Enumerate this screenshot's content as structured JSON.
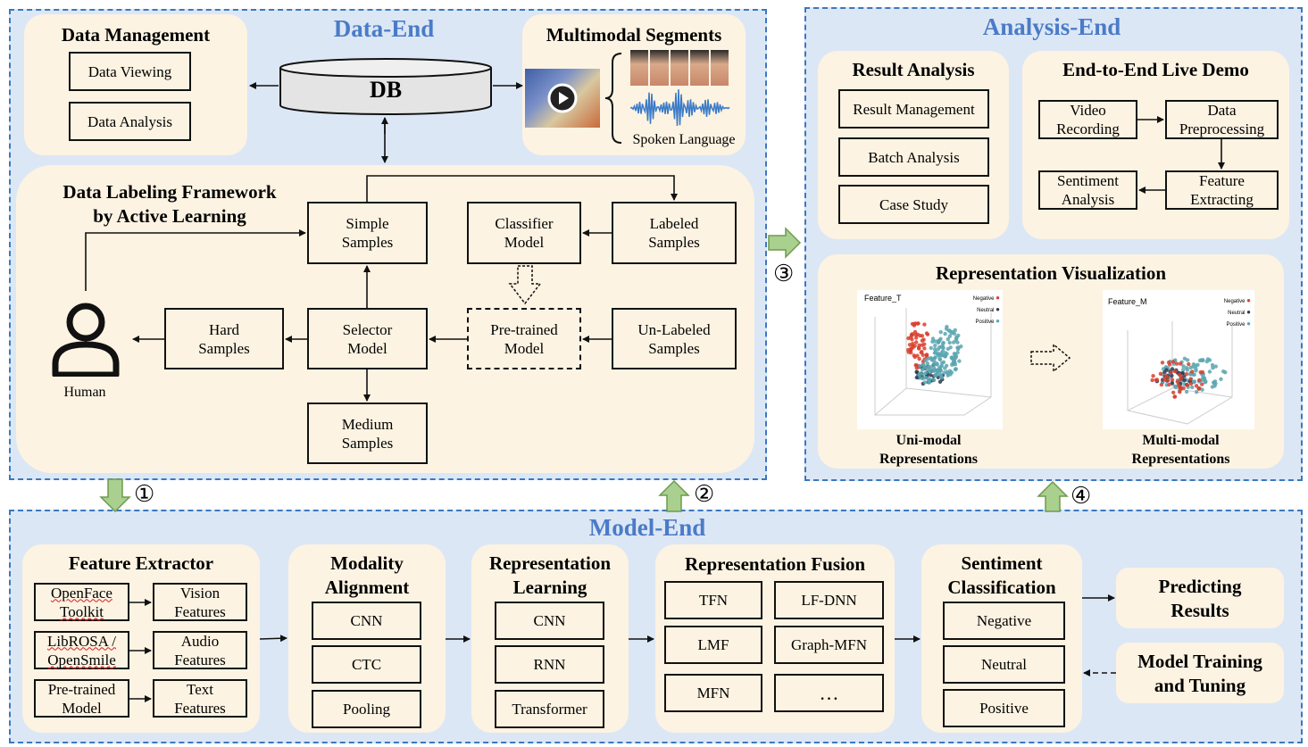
{
  "data_end": {
    "title": "Data-End",
    "data_management": {
      "title": "Data Management",
      "items": [
        "Data Viewing",
        "Data Analysis"
      ]
    },
    "db_label": "DB",
    "multimodal": {
      "title": "Multimodal Segments",
      "spoken_label": "Spoken Language"
    },
    "labeling": {
      "title": "Data Labeling Framework\nby Active Learning",
      "simple": "Simple\nSamples",
      "classifier": "Classifier\nModel",
      "labeled": "Labeled\nSamples",
      "hard": "Hard\nSamples",
      "selector": "Selector\nModel",
      "pretrained": "Pre-trained\nModel",
      "unlabeled": "Un-Labeled\nSamples",
      "medium": "Medium\nSamples",
      "human": "Human"
    }
  },
  "analysis_end": {
    "title": "Analysis-End",
    "result_analysis": {
      "title": "Result Analysis",
      "items": [
        "Result Management",
        "Batch Analysis",
        "Case Study"
      ]
    },
    "live_demo": {
      "title": "End-to-End Live Demo",
      "video": "Video\nRecording",
      "preprocess": "Data\nPreprocessing",
      "sentiment": "Sentiment\nAnalysis",
      "feature": "Feature\nExtracting"
    },
    "visualization": {
      "title": "Representation Visualization",
      "uni_label": "Uni-modal\nRepresentations",
      "multi_label": "Multi-modal\nRepresentations",
      "plot1_title": "Feature_T",
      "plot2_title": "Feature_M",
      "legend": [
        "Negative",
        "Neutral",
        "Positive"
      ]
    }
  },
  "model_end": {
    "title": "Model-End",
    "feature_extractor": {
      "title": "Feature Extractor",
      "tools": [
        "OpenFace\nToolkit",
        "LibROSA /\nOpenSmile",
        "Pre-trained\nModel"
      ],
      "features": [
        "Vision\nFeatures",
        "Audio\nFeatures",
        "Text\nFeatures"
      ]
    },
    "modality_alignment": {
      "title": "Modality\nAlignment",
      "items": [
        "CNN",
        "CTC",
        "Pooling"
      ]
    },
    "representation_learning": {
      "title": "Representation\nLearning",
      "items": [
        "CNN",
        "RNN",
        "Transformer"
      ]
    },
    "representation_fusion": {
      "title": "Representation Fusion",
      "items": [
        "TFN",
        "LF-DNN",
        "LMF",
        "Graph-MFN",
        "MFN",
        "…"
      ]
    },
    "sentiment_classification": {
      "title": "Sentiment\nClassification",
      "items": [
        "Negative",
        "Neutral",
        "Positive"
      ]
    },
    "predicting": "Predicting\nResults",
    "training": "Model Training\nand Tuning"
  },
  "steps": [
    "①",
    "②",
    "③",
    "④"
  ],
  "colors": {
    "region_bg": "#dce7f5",
    "region_border": "#3b78c0",
    "panel_bg": "#fdf3e2",
    "title_blue": "#4a7bc8",
    "arrow_green": "#a9d08e",
    "arrow_green_dark": "#6e9a4f"
  }
}
